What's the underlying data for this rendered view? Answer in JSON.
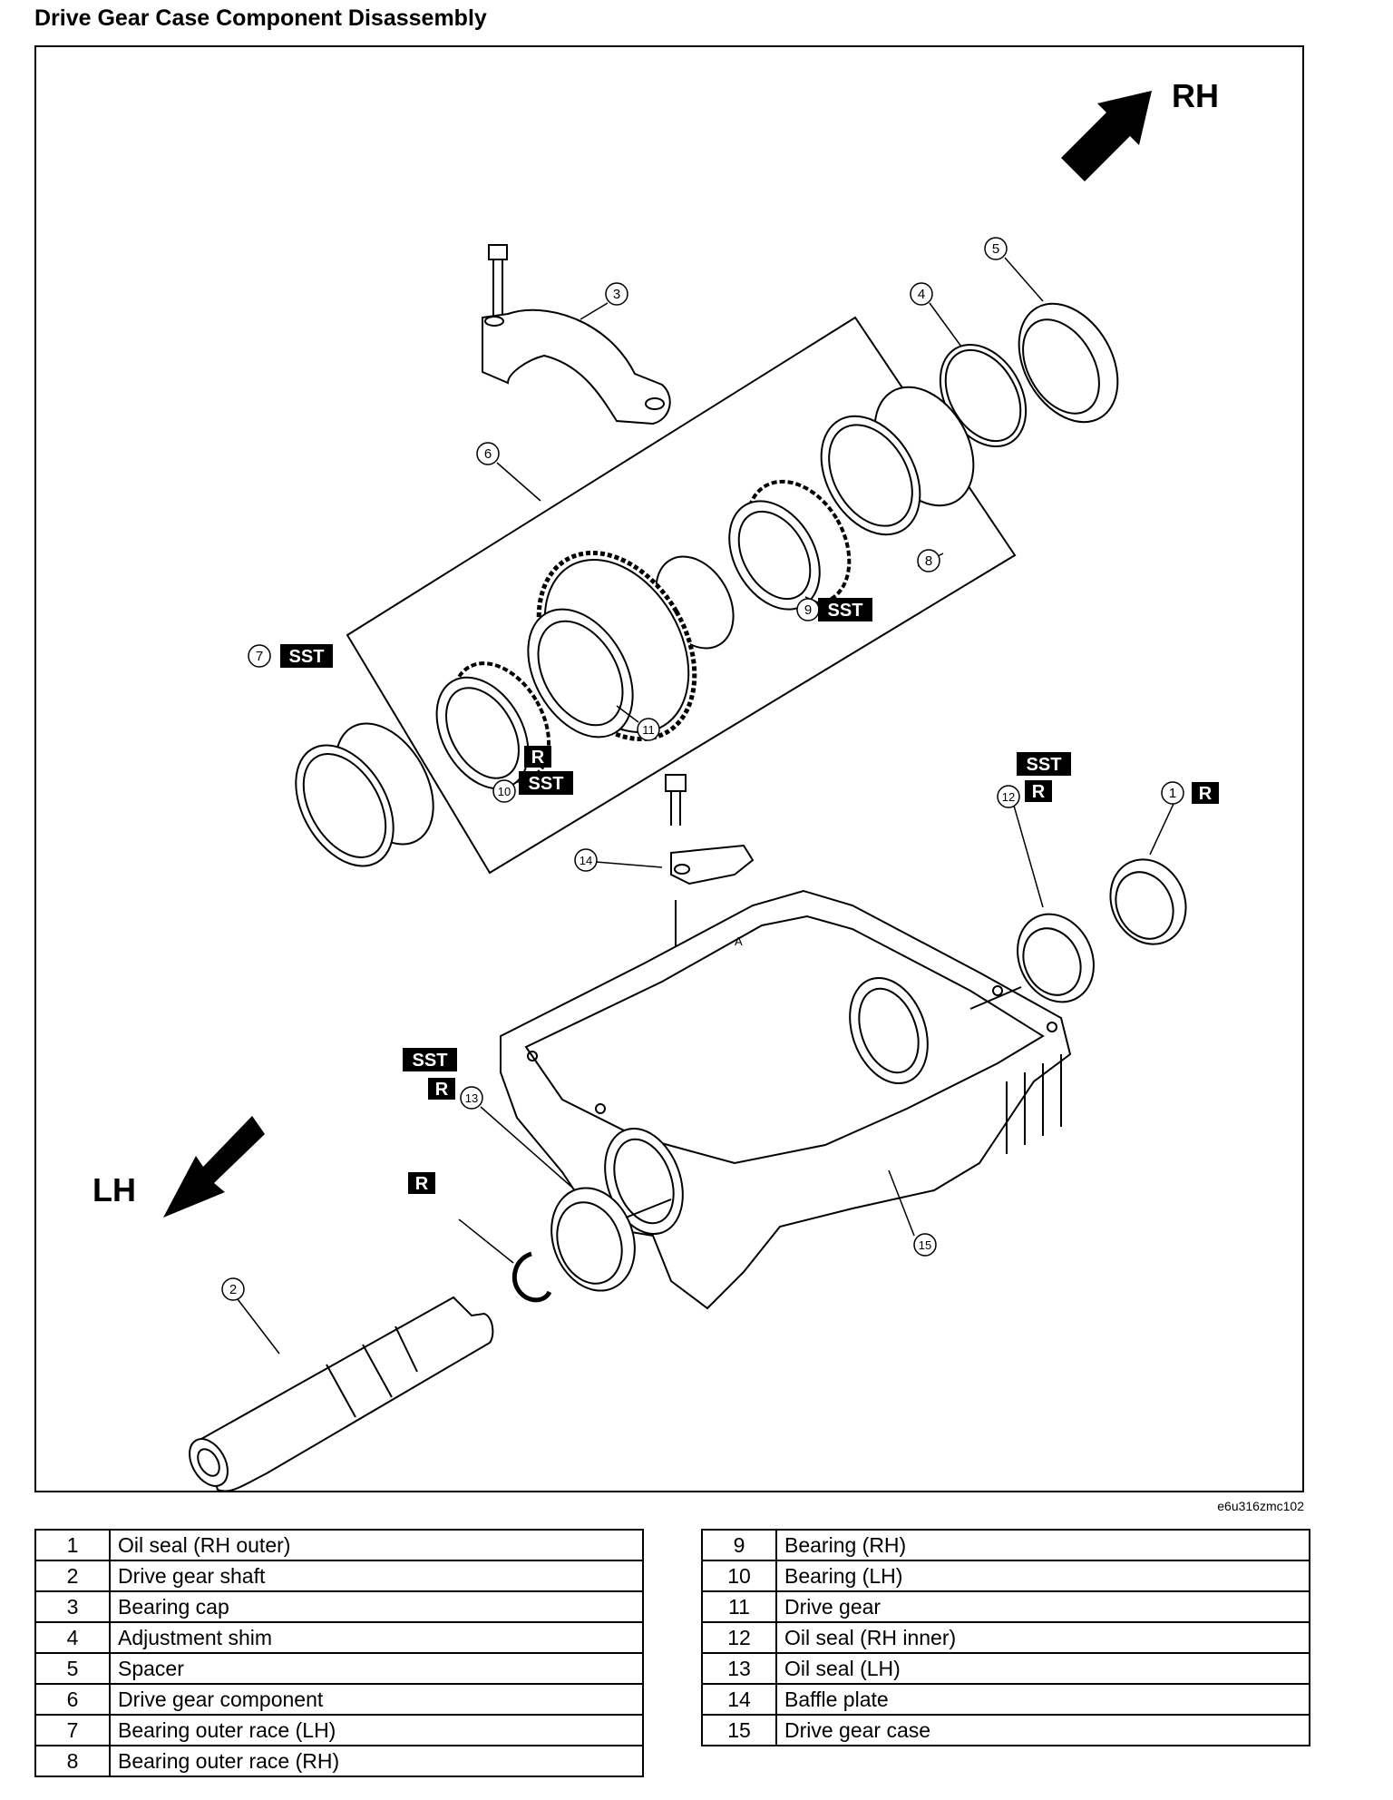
{
  "title": "Drive Gear Case Component Disassembly",
  "figure_id": "e6u316zmc102",
  "direction_labels": {
    "rh": "RH",
    "lh": "LH"
  },
  "callouts": {
    "c1": "1",
    "c2": "2",
    "c3": "3",
    "c4": "4",
    "c5": "5",
    "c6": "6",
    "c7": "7",
    "c8": "8",
    "c9": "9",
    "c10": "10",
    "c11": "11",
    "c12": "12",
    "c13": "13",
    "c14": "14",
    "c15": "15"
  },
  "tags": {
    "sst": "SST",
    "r": "R"
  },
  "case_mark": "A",
  "legend_left": [
    {
      "num": "1",
      "name": "Oil seal (RH outer)"
    },
    {
      "num": "2",
      "name": "Drive gear shaft"
    },
    {
      "num": "3",
      "name": "Bearing cap"
    },
    {
      "num": "4",
      "name": "Adjustment shim"
    },
    {
      "num": "5",
      "name": "Spacer"
    },
    {
      "num": "6",
      "name": "Drive gear component"
    },
    {
      "num": "7",
      "name": "Bearing outer race (LH)"
    },
    {
      "num": "8",
      "name": "Bearing outer race (RH)"
    }
  ],
  "legend_right": [
    {
      "num": "9",
      "name": "Bearing (RH)"
    },
    {
      "num": "10",
      "name": "Bearing (LH)"
    },
    {
      "num": "11",
      "name": "Drive gear"
    },
    {
      "num": "12",
      "name": "Oil seal (RH inner)"
    },
    {
      "num": "13",
      "name": "Oil seal (LH)"
    },
    {
      "num": "14",
      "name": "Baffle plate"
    },
    {
      "num": "15",
      "name": "Drive gear case"
    }
  ]
}
